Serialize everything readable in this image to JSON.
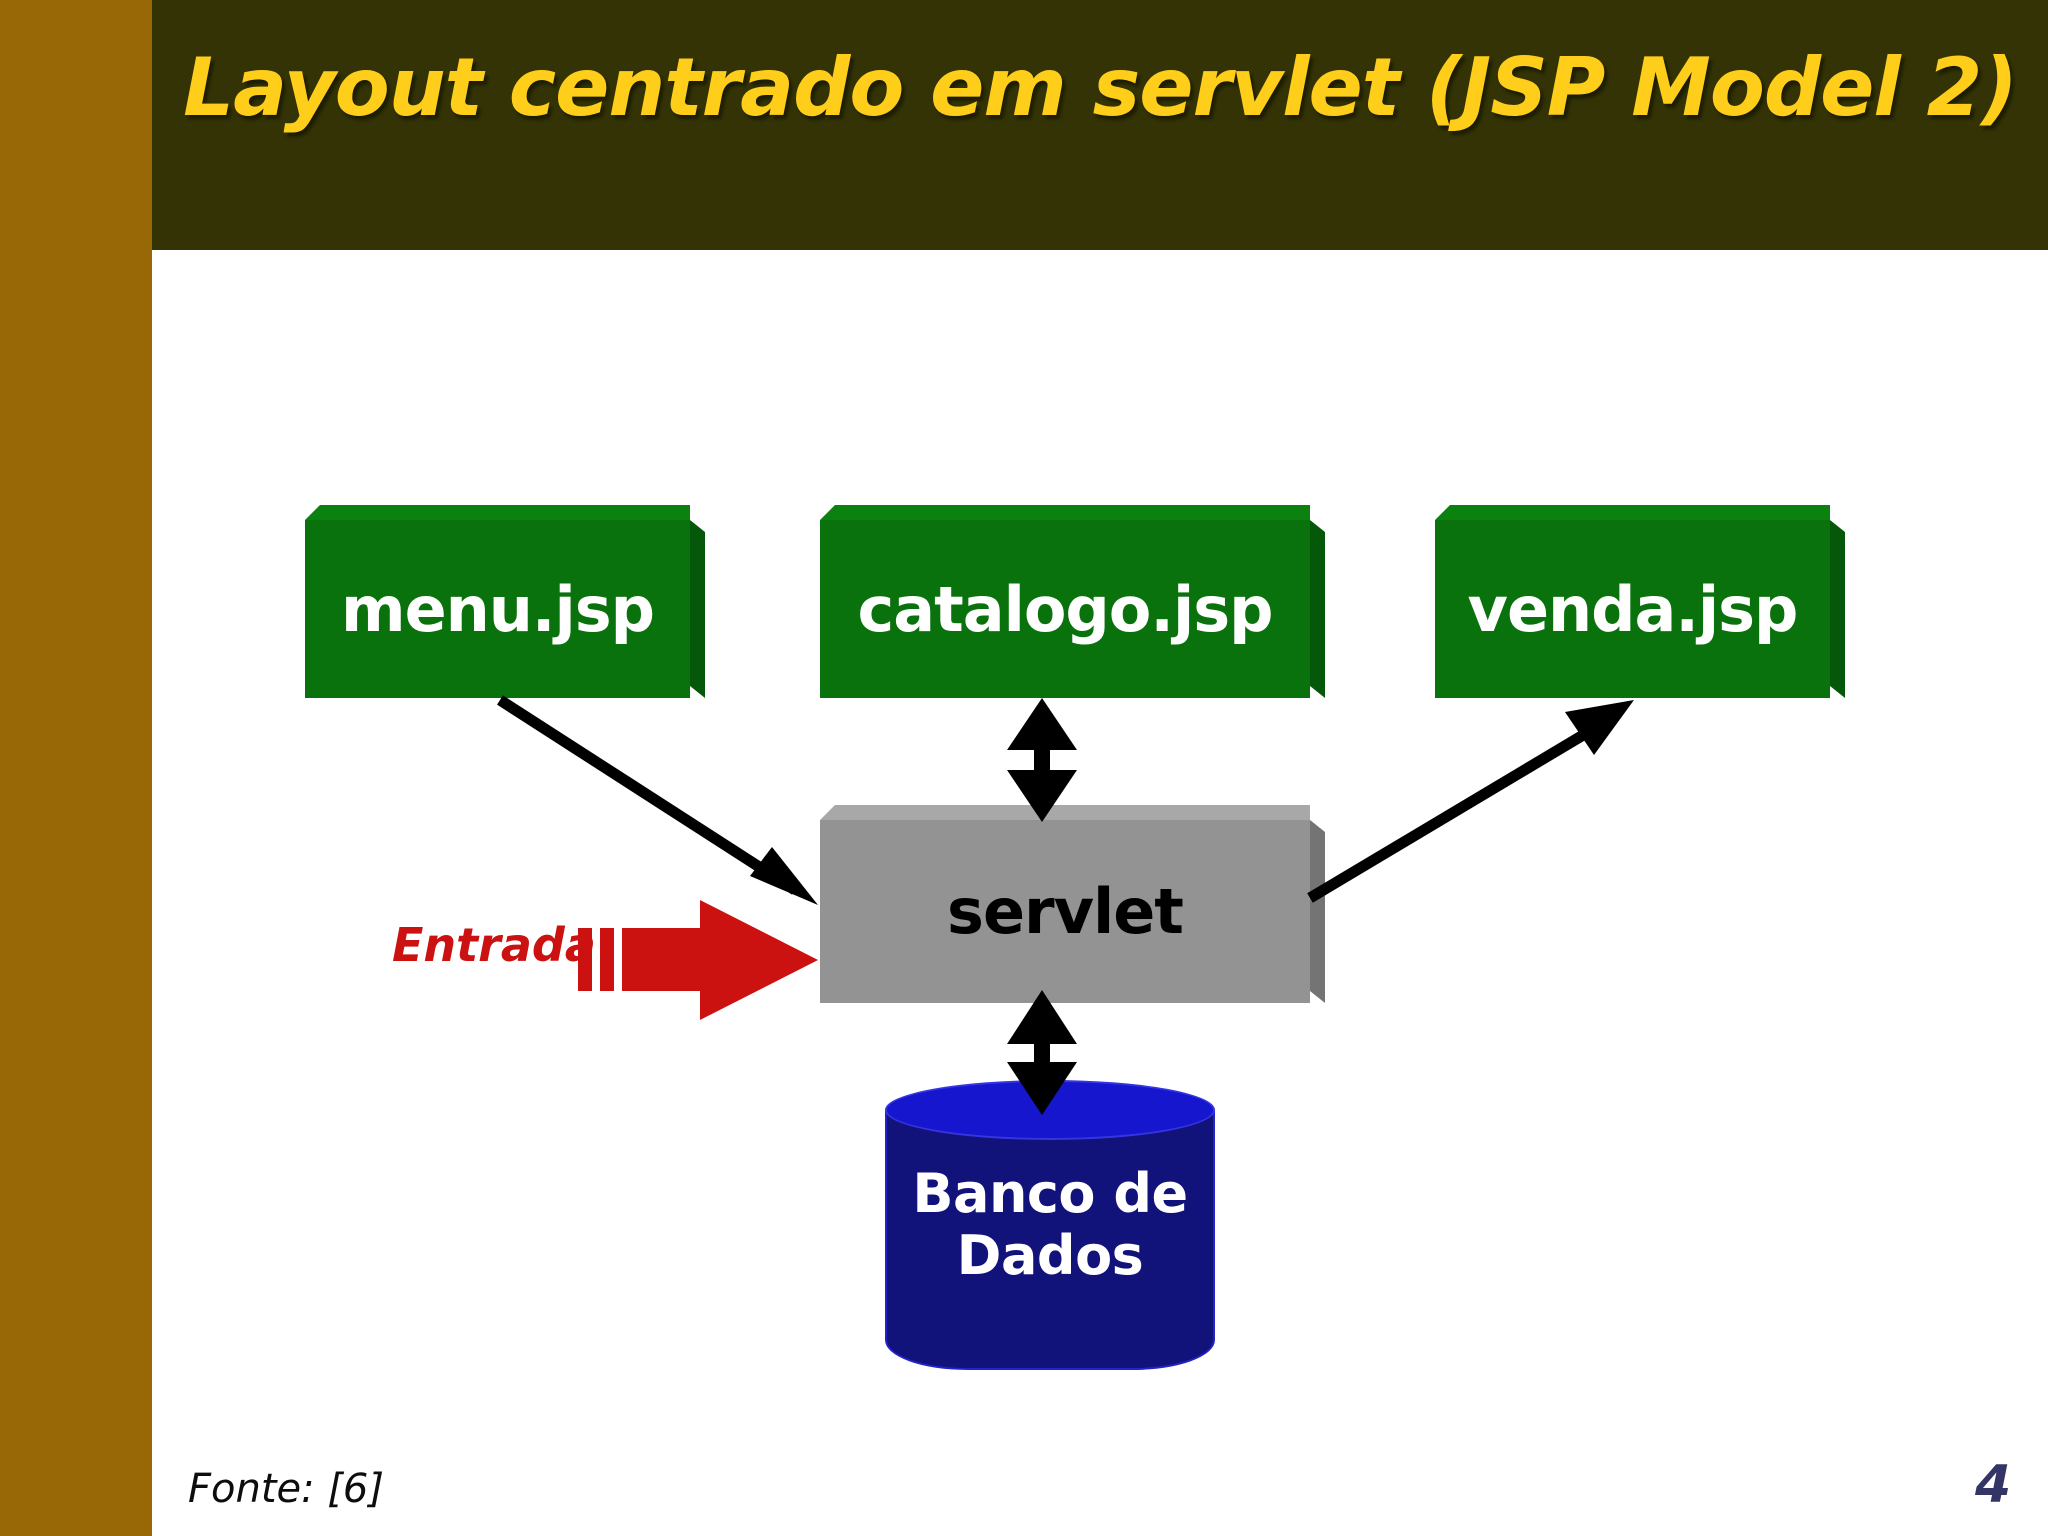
{
  "slide": {
    "title": "Layout centrado em servlet (JSP Model 2)",
    "footer_source": "Fonte: [6]",
    "page_number": "4"
  },
  "colors": {
    "sidebar_gold": "#996806",
    "header_olive": "#333305",
    "title_yellow": "#FFCE1A",
    "jsp_green": "#09720C",
    "servlet_gray": "#939393",
    "db_blue": "#12127B",
    "db_top_blue": "#1616CF",
    "entrada_red": "#CC1111",
    "arrow_black": "#000000",
    "page_number_navy": "#343465",
    "canvas_white": "#ffffff"
  },
  "diagram": {
    "type": "flow-diagram",
    "nodes": [
      {
        "id": "menu",
        "label": "menu.jsp",
        "shape": "box3d",
        "color": "#09720C"
      },
      {
        "id": "catalogo",
        "label": "catalogo.jsp",
        "shape": "box3d",
        "color": "#09720C"
      },
      {
        "id": "venda",
        "label": "venda.jsp",
        "shape": "box3d",
        "color": "#09720C"
      },
      {
        "id": "servlet",
        "label": "servlet",
        "shape": "box3d",
        "color": "#939393"
      },
      {
        "id": "db",
        "label": "Banco de Dados",
        "label_line1": "Banco de",
        "label_line2": "Dados",
        "shape": "cylinder",
        "color": "#12127B"
      }
    ],
    "edges": [
      {
        "from": "menu",
        "to": "servlet",
        "direction": "one-way",
        "style": "solid-black"
      },
      {
        "from": "catalogo",
        "to": "servlet",
        "direction": "two-way",
        "style": "solid-black"
      },
      {
        "from": "servlet",
        "to": "venda",
        "direction": "one-way",
        "style": "solid-black"
      },
      {
        "from": "servlet",
        "to": "db",
        "direction": "two-way",
        "style": "solid-black"
      },
      {
        "from": "entrada",
        "to": "servlet",
        "direction": "one-way",
        "style": "block-red",
        "label": "Entrada"
      }
    ],
    "entrada_label": "Entrada"
  }
}
